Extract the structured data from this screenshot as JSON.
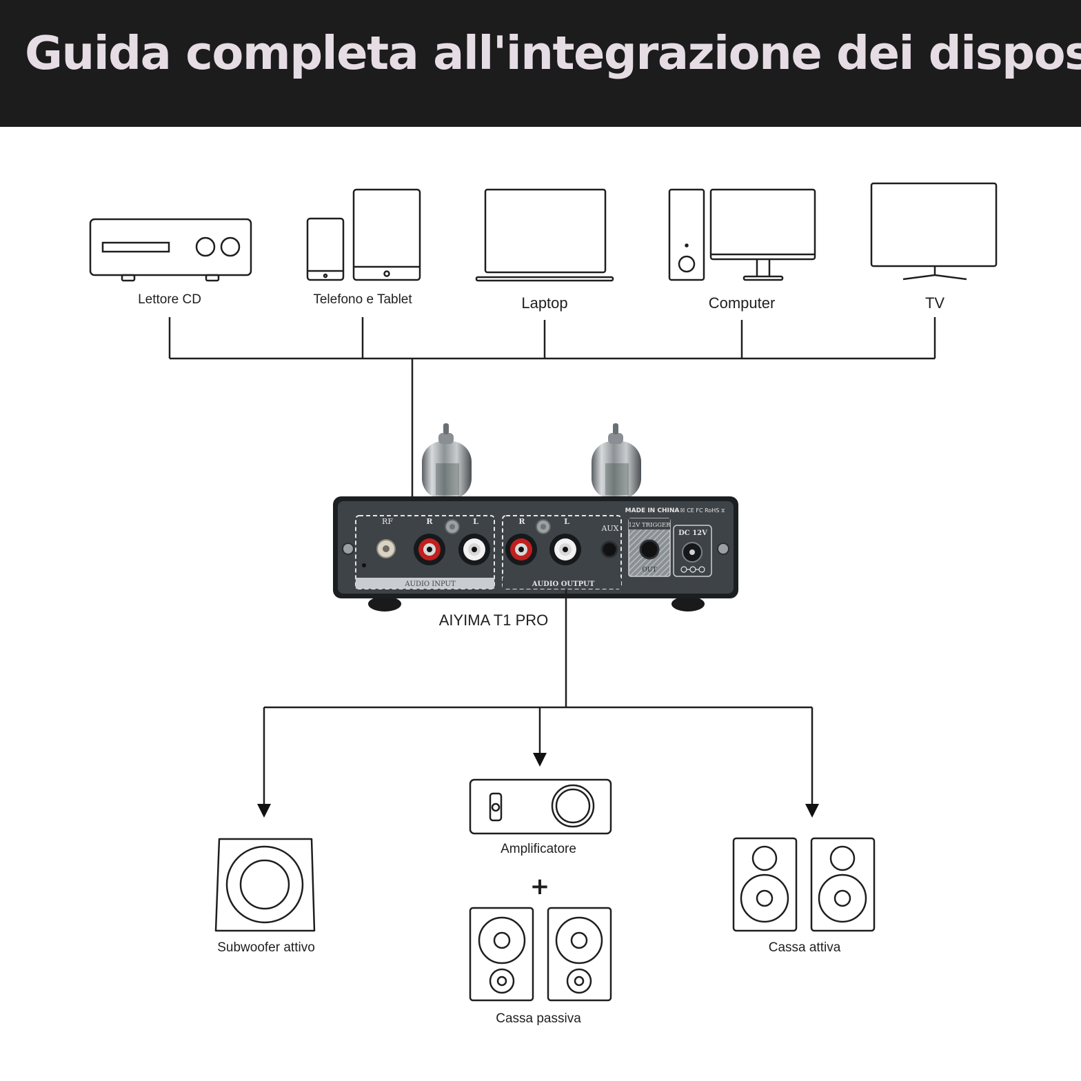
{
  "title": "Guida completa all'integrazione dei dispositivi",
  "sources": [
    {
      "label": "Lettore CD",
      "icon": "cd-player-icon"
    },
    {
      "label": "Telefono e Tablet",
      "icon": "phone-tablet-icon"
    },
    {
      "label": "Laptop",
      "icon": "laptop-icon"
    },
    {
      "label": "Computer",
      "icon": "desktop-computer-icon"
    },
    {
      "label": "TV",
      "icon": "tv-icon"
    }
  ],
  "device": {
    "name": "AIYIMA T1 PRO",
    "panel": {
      "made_in": "MADE IN CHINA",
      "certifications": "☒ CE FC RoHS ⧖",
      "rf": "RF",
      "r": "R",
      "l": "L",
      "audio_input": "AUDIO INPUT",
      "audio_output": "AUDIO OUTPUT",
      "aux": "AUX",
      "trigger": "12V TRIGGER",
      "trigger_out": "OUT",
      "dc": "DC 12V"
    }
  },
  "outputs": {
    "subwoofer": {
      "label": "Subwoofer attivo",
      "icon": "subwoofer-icon"
    },
    "amplifier": {
      "label": "Amplificatore",
      "icon": "amplifier-icon"
    },
    "plus": "+",
    "passive": {
      "label": "Cassa passiva",
      "icon": "passive-speakers-icon"
    },
    "active": {
      "label": "Cassa attiva",
      "icon": "active-speakers-icon"
    }
  },
  "colors": {
    "header_bg": "#1c1c1c",
    "header_text": "#e6dde4",
    "panel": "#3d4347",
    "rca_red": "#c0201e"
  }
}
